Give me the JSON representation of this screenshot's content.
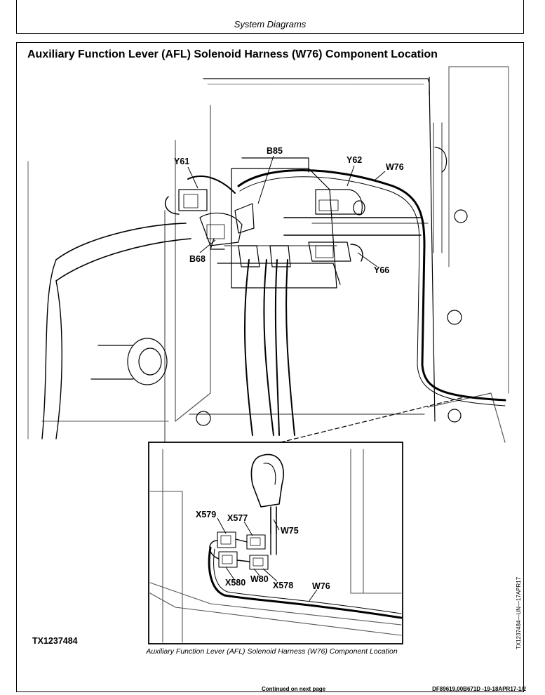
{
  "header": {
    "section": "System Diagrams"
  },
  "figure": {
    "title": "Auxiliary Function Lever (AFL) Solenoid Harness (W76) Component Location",
    "labels": {
      "y61": "Y61",
      "b85": "B85",
      "y62": "Y62",
      "w76_top": "W76",
      "b68": "B68",
      "y66": "Y66",
      "x579": "X579",
      "x577": "X577",
      "w75": "W75",
      "x580": "X580",
      "w80": "W80",
      "x578": "X578",
      "w76_inset": "W76"
    },
    "figure_id": "TX1237484",
    "caption": "Auxiliary Function Lever (AFL) Solenoid Harness (W76) Component Location",
    "vertical_tag": "TX1237484—UN—17APR17"
  },
  "footer": {
    "continued": "Continued on next page",
    "doc_id": "DF89619,00B671D -19-18APR17-1/2"
  }
}
